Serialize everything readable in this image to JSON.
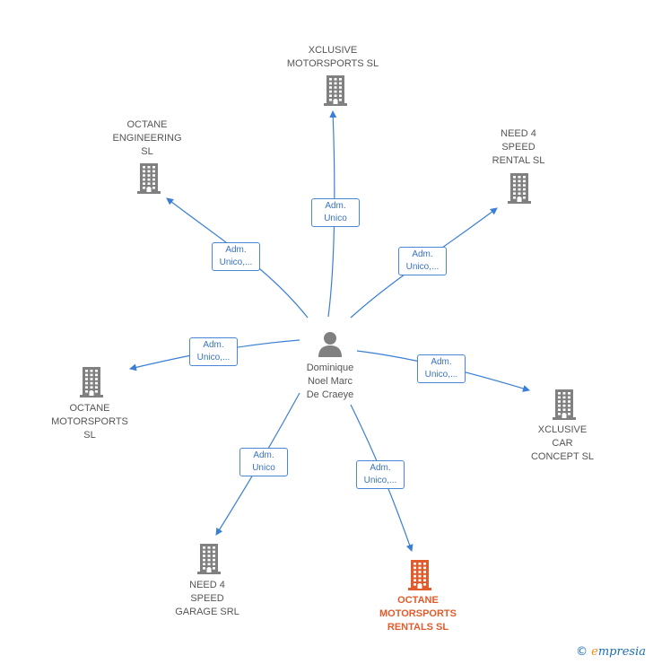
{
  "center": {
    "name": "Dominique\nNoel Marc\nDe Craeye"
  },
  "colors": {
    "edge": "#3a7fd5",
    "company": "#808080",
    "highlight": "#e05c2c"
  },
  "companies": [
    {
      "name": "XCLUSIVE\nMOTORSPORTS SL",
      "role": "Adm.\nUnico",
      "highlight": false
    },
    {
      "name": "OCTANE\nENGINEERING\nSL",
      "role": "Adm.\nUnico,...",
      "highlight": false
    },
    {
      "name": "NEED 4\nSPEED\nRENTAL  SL",
      "role": "Adm.\nUnico,...",
      "highlight": false
    },
    {
      "name": "OCTANE\nMOTORSPORTS\nSL",
      "role": "Adm.\nUnico,...",
      "highlight": false
    },
    {
      "name": "XCLUSIVE\nCAR\nCONCEPT SL",
      "role": "Adm.\nUnico,...",
      "highlight": false
    },
    {
      "name": "NEED 4\nSPEED\nGARAGE SRL",
      "role": "Adm.\nUnico",
      "highlight": false
    },
    {
      "name": "OCTANE\nMOTORSPORTS\nRENTALS  SL",
      "role": "Adm.\nUnico,...",
      "highlight": true
    }
  ],
  "watermark": {
    "copyright": "©",
    "brand_initial": "e",
    "brand_rest": "mpresia"
  }
}
